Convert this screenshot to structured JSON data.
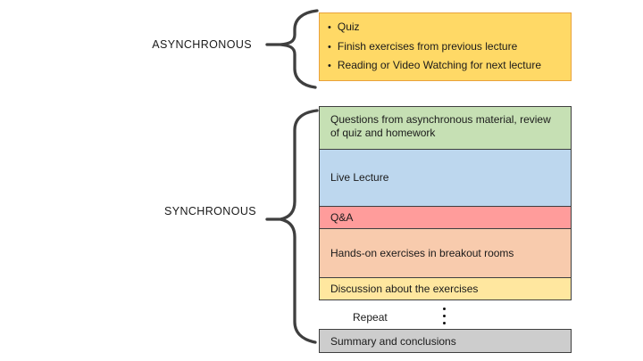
{
  "diagram": {
    "background": "#ffffff",
    "text_color": "#1a1a1a",
    "brace_color": "#3f3f3f"
  },
  "asynchronous": {
    "label": "ASYNCHRONOUS",
    "box": {
      "fill": "#FFD966",
      "border_color": "#E9A23B",
      "bullet_char": "•",
      "items": [
        "Quiz",
        "Finish exercises from previous lecture",
        "Reading or Video Watching for next lecture"
      ]
    }
  },
  "synchronous": {
    "label": "SYNCHRONOUS",
    "rows": [
      {
        "text": "Questions from asynchronous material, review of quiz and homework",
        "fill": "#C6E0B4"
      },
      {
        "text": "Live Lecture",
        "fill": "#BDD7EE"
      },
      {
        "text": "Q&A",
        "fill": "#FF9C9B"
      },
      {
        "text": "Hands-on exercises in breakout rooms",
        "fill": "#F8CBAD"
      },
      {
        "text": "Discussion about the exercises",
        "fill": "#FFE79F"
      }
    ],
    "repeat_label": "Repeat",
    "summary_row": {
      "text": "Summary and conclusions",
      "fill": "#CDCDCD",
      "border_color": "#3f3f3f"
    }
  }
}
